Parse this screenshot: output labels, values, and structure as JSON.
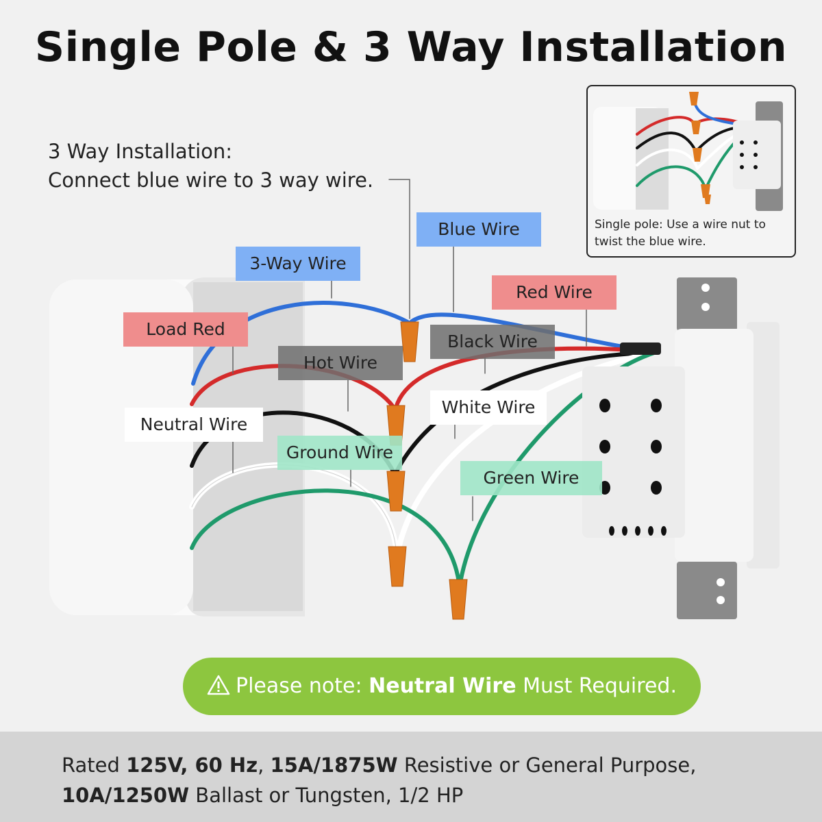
{
  "title": "Single Pole & 3 Way Installation",
  "instruction": {
    "line1": "3 Way Installation:",
    "line2": "Connect blue wire to 3 way wire."
  },
  "labels": {
    "blue_wire": "Blue Wire",
    "three_way_wire": "3-Way Wire",
    "red_wire": "Red Wire",
    "load_red": "Load Red",
    "black_wire": "Black Wire",
    "hot_wire": "Hot Wire",
    "white_wire": "White Wire",
    "neutral_wire": "Neutral Wire",
    "ground_wire": "Ground Wire",
    "green_wire": "Green Wire"
  },
  "inset_caption": {
    "line1": "Single pole: Use a wire nut to",
    "line2": "twist the blue wire."
  },
  "note": {
    "icon": "warning-icon",
    "prefix": "Please note: ",
    "bold": "Neutral Wire",
    "suffix": " Must Required."
  },
  "footer": {
    "p1": "Rated ",
    "b1": "125V, 60 Hz",
    "p2": ", ",
    "b2": "15A/1875W",
    "p3": " Resistive or General Purpose,",
    "b3": "10A/1250W",
    "p4": " Ballast or Tungsten, 1/2 HP"
  },
  "colors": {
    "blue": "#2f6fd8",
    "red": "#d42a2a",
    "black": "#111111",
    "white": "#ffffff",
    "green": "#1f9a6b",
    "wire_nut": "#e07a1f",
    "note_bg": "#8dc63f",
    "footer_bg": "#d4d4d4"
  }
}
